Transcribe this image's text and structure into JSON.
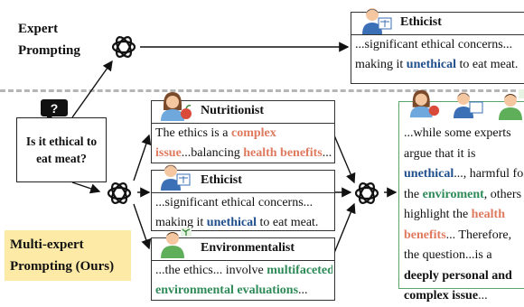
{
  "expert_label": [
    "Expert",
    "Prompting"
  ],
  "multi_label": [
    "Multi-expert",
    "Prompting (Ours)"
  ],
  "question": {
    "mark": "?",
    "lines": [
      "Is it ethical to",
      "eat meat?"
    ]
  },
  "top_card": {
    "title": "Ethicist",
    "line1": "...significant ethical concerns...",
    "line2_pre": "making it ",
    "line2_hl": "unethical",
    "line2_post": " to eat meat."
  },
  "nutritionist": {
    "title": "Nutritionist",
    "l1_pre": "The ethics is a ",
    "l1_hl": "complex",
    "l2_hl": "issue",
    "l2_mid": "...balancing ",
    "l2_hl2": "health benefits",
    "l2_post": "..."
  },
  "ethicist": {
    "title": "Ethicist",
    "line1": "...significant ethical concerns...",
    "line2_pre": "making it ",
    "line2_hl": "unethical",
    "line2_post": " to eat meat."
  },
  "environmentalist": {
    "title": "Environmentalist",
    "l1_pre": "...the ethics... involve ",
    "l1_hl": "multifaceted",
    "l2_hl": "environmental evaluations",
    "l2_post": "..."
  },
  "output": {
    "l1": "...while some experts",
    "l2": "argue that it is",
    "l3_hl": "unethical",
    "l3_post": "..., harmful fo",
    "l4_pre": "the ",
    "l4_hl": "enviroment",
    "l4_post": ", others",
    "l5_pre": "highlight the ",
    "l5_hl": "health",
    "l6_hl": "benefits",
    "l6_post": "... Therefore,",
    "l7": "the question...is a",
    "l8": "deeply personal and",
    "l9": "complex issue",
    "l9_post": "..."
  },
  "colors": {
    "red": "#e07a5f",
    "blue": "#1f4e8c",
    "green": "#2e8b57",
    "ours_bg": "#fdeaa6",
    "output_border": "#5aa66a"
  },
  "icons": [
    "openai-logo-icon",
    "ethicist-avatar-icon",
    "nutritionist-avatar-icon",
    "environmentalist-avatar-icon",
    "question-bubble-icon"
  ]
}
